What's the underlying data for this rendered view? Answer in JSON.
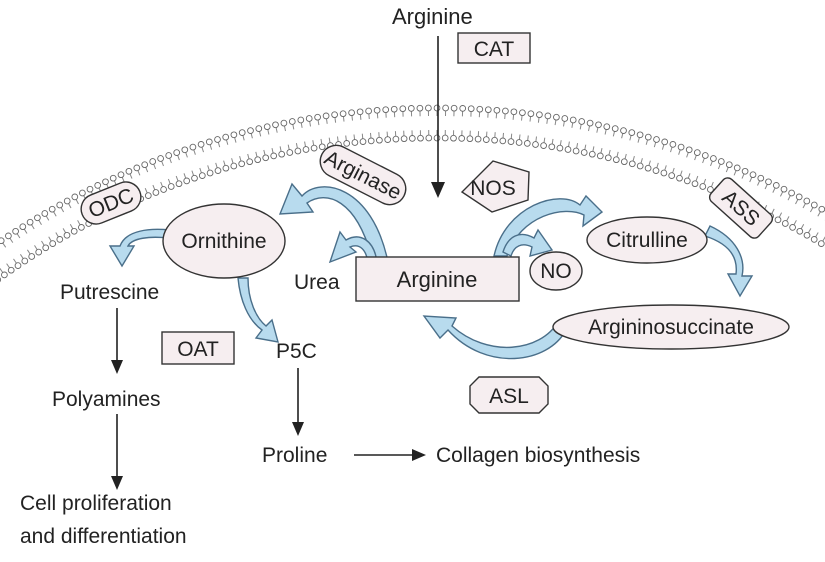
{
  "labels": {
    "arginine_top": "Arginine",
    "cat": "CAT",
    "arginase": "Arginase",
    "nos": "NOS",
    "ass": "ASS",
    "odc": "ODC",
    "ornithine": "Ornithine",
    "citrulline": "Citrulline",
    "urea": "Urea",
    "arginine_center": "Arginine",
    "no": "NO",
    "argininosuccinate": "Argininosuccinate",
    "putrescine": "Putrescine",
    "oat": "OAT",
    "p5c": "P5C",
    "asl": "ASL",
    "polyamines": "Polyamines",
    "proline": "Proline",
    "collagen": "Collagen biosynthesis",
    "cell_prolif_1": "Cell proliferation",
    "cell_prolif_2": "and differentiation"
  },
  "colors": {
    "enzyme_fill": "#f6eef0",
    "flow_arrow_fill": "#b8dbee",
    "flow_arrow_stroke": "#4a6f8a",
    "outline": "#333333",
    "text": "#222222"
  }
}
